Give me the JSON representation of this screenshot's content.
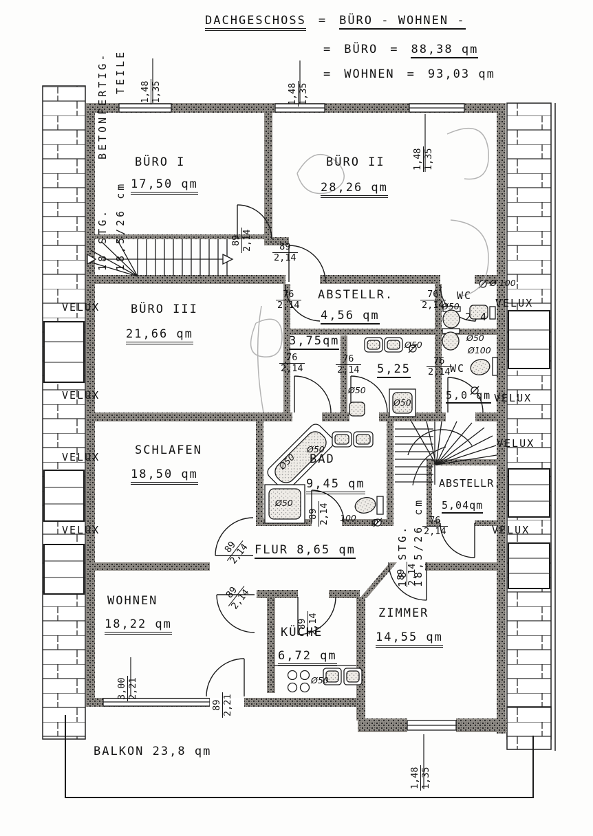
{
  "title": {
    "h1": "DACHGESCHOSS",
    "eq": "=",
    "h2": "BÜRO - WOHNEN -",
    "row2": {
      "a": "=",
      "b": "BÜRO",
      "c": "=",
      "d": "88,38 qm"
    },
    "row3": {
      "a": "=",
      "b": "WOHNEN",
      "c": "=",
      "d": "93,03 qm"
    }
  },
  "notes": {
    "beton_line1": "BETONFERTIG-",
    "beton_line2": "TEILE",
    "stairs_note": "18 STG.",
    "stairs_dims": "18,5/26 cm"
  },
  "labels": {
    "velux": "VELUX"
  },
  "rooms": {
    "buro1": {
      "name": "BÜRO I",
      "area": "17,50 qm"
    },
    "buro2": {
      "name": "BÜRO II",
      "area": "28,26 qm"
    },
    "buro3": {
      "name": "BÜRO III",
      "area": "21,66 qm"
    },
    "abstellr1": {
      "name": "ABSTELLR.",
      "area": "4,56 qm"
    },
    "r375": {
      "area": "3,75qm"
    },
    "r525": {
      "area": "5,25"
    },
    "wc1": {
      "name": "WC",
      "area": "2,4"
    },
    "wc2": {
      "name": "WC",
      "area": "5,0 qm"
    },
    "schlafen": {
      "name": "SCHLAFEN",
      "area": "18,50 qm"
    },
    "bad": {
      "name": "BAD",
      "area": "9,45 qm"
    },
    "abstellr2": {
      "name": "ABSTELLR.",
      "area": "5,04qm"
    },
    "flur": {
      "name": "FLUR",
      "area": "8,65 qm"
    },
    "wohnen": {
      "name": "WOHNEN",
      "area": "18,22 qm"
    },
    "kueche": {
      "name": "KÜCHE",
      "area": "6,72 qm"
    },
    "zimmer": {
      "name": "ZIMMER",
      "area": "14,55 qm"
    },
    "balkon": {
      "name": "BALKON",
      "area": "23,8 qm"
    }
  },
  "dims": {
    "w148": "1,48",
    "h135": "1,35",
    "w89": "89",
    "h214": "2,14",
    "w76": "76",
    "h221": "2,21",
    "w300": "3,00"
  },
  "sym": {
    "d50": "Ø50",
    "d100": "Ø100",
    "d100sp": "Ø 100",
    "n100": "100",
    "dia": "Ø"
  }
}
